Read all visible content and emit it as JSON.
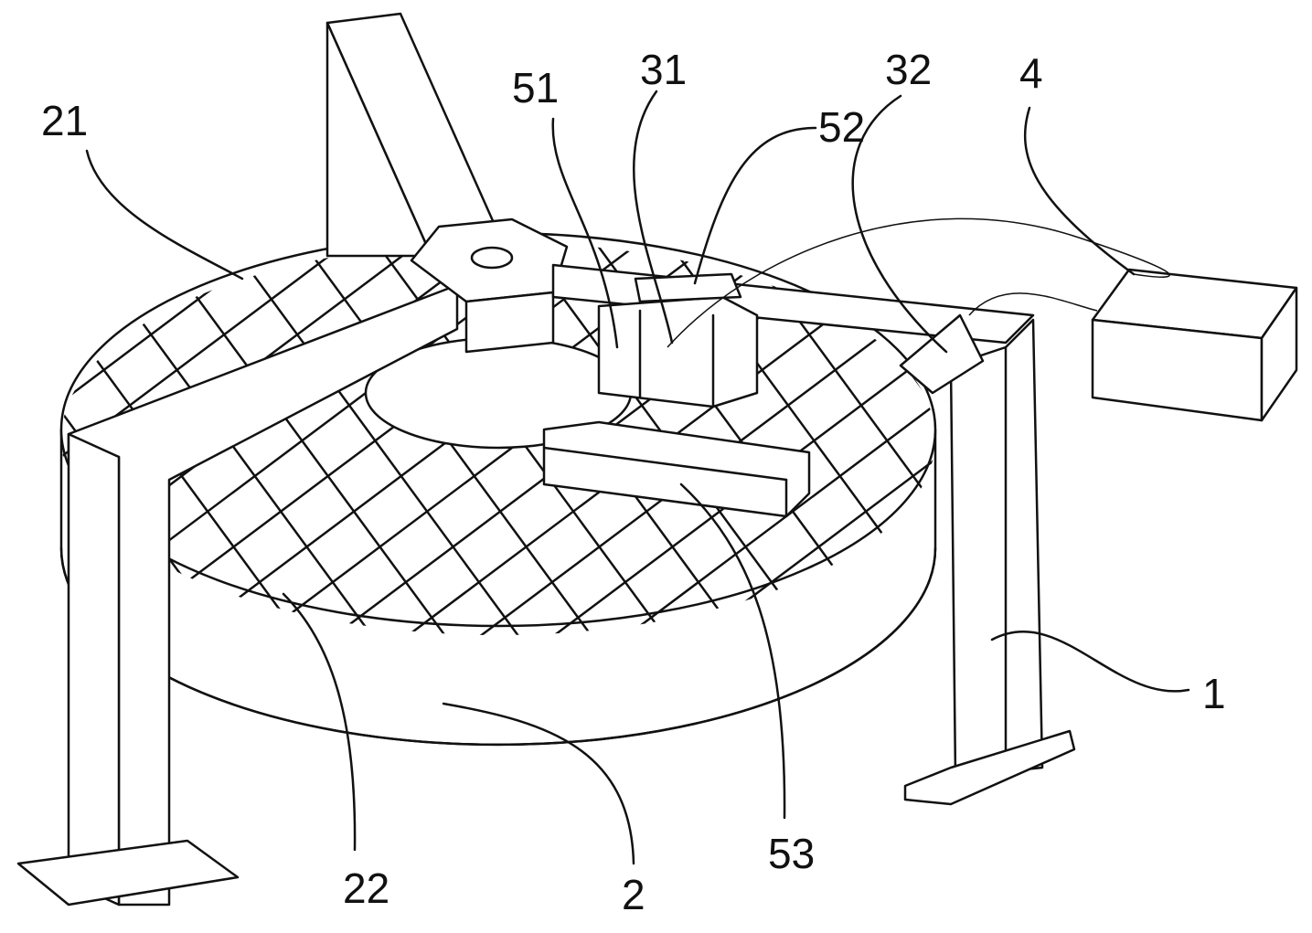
{
  "figure": {
    "type": "patent technical drawing",
    "background_color": "#ffffff",
    "line_color": "#111111"
  },
  "labels": {
    "frame": "1",
    "turntable": "2",
    "grid_tiles": "21",
    "grid_lines": "22",
    "component_31": "31",
    "component_32": "32",
    "control_box": "4",
    "component_51": "51",
    "component_52": "52",
    "component_53": "53"
  }
}
